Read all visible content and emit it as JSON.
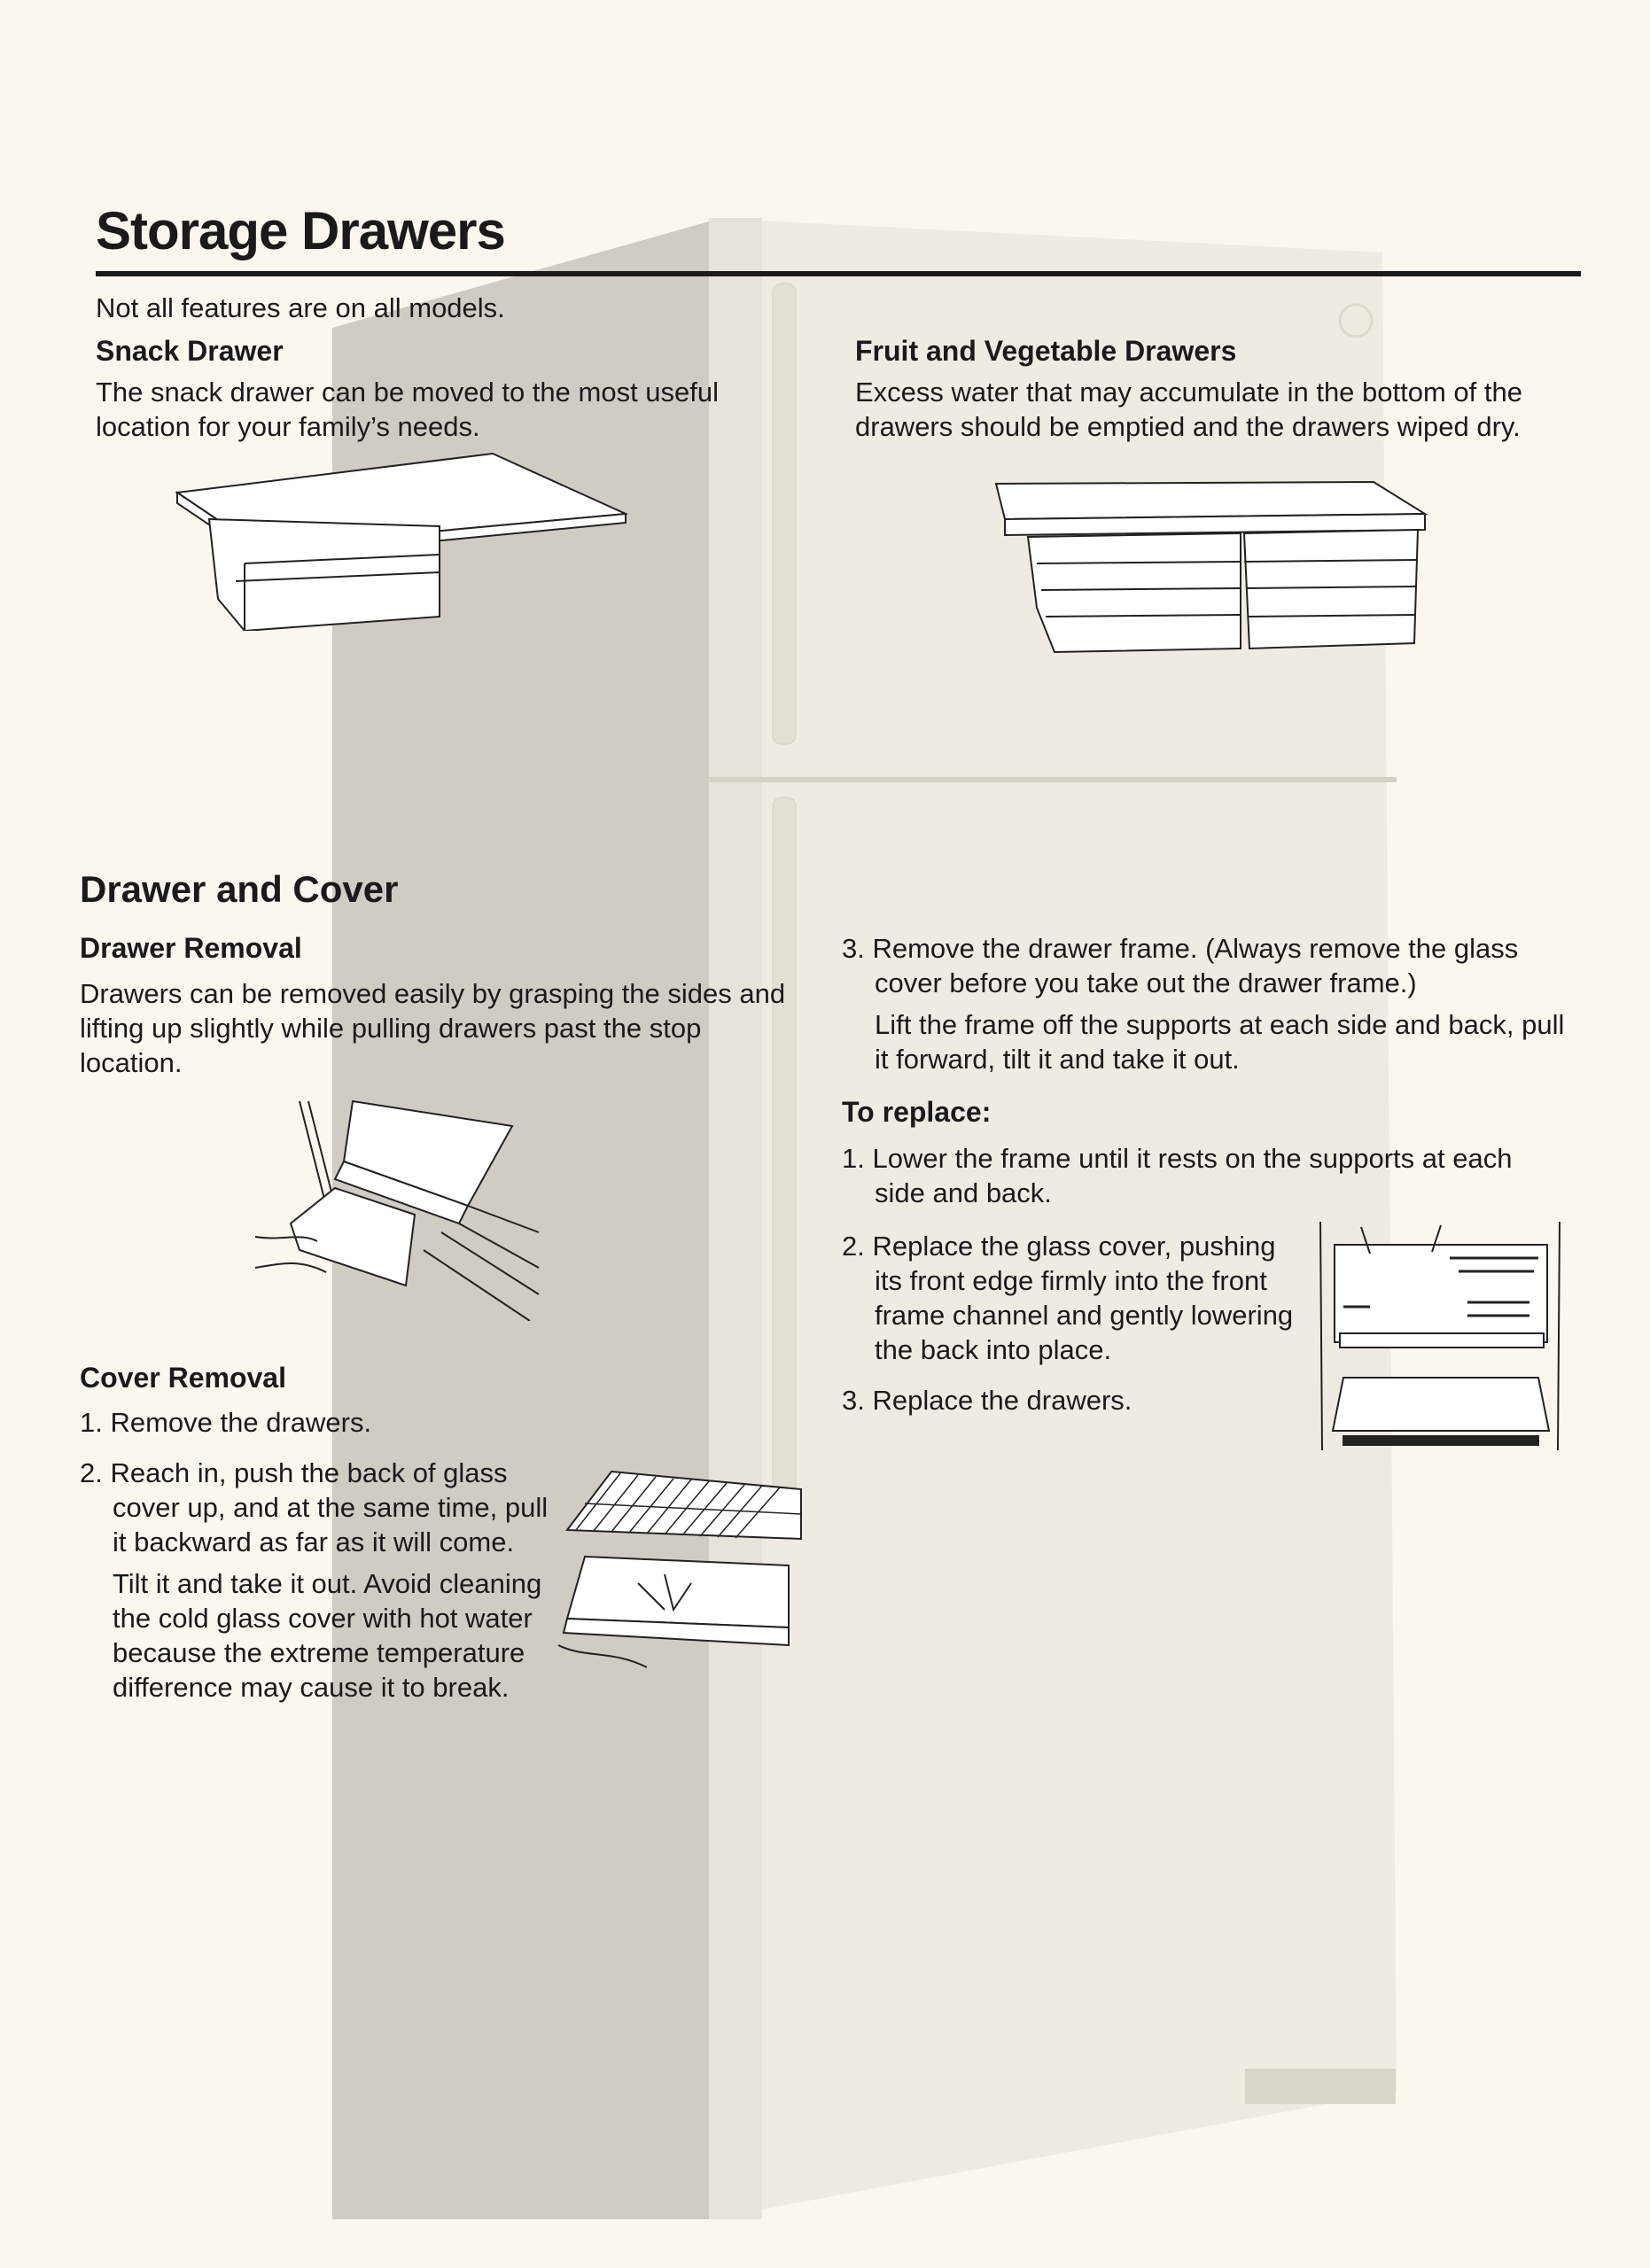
{
  "page": {
    "title": "Storage Drawers",
    "note": "Not all features are on all models."
  },
  "snack_drawer": {
    "heading": "Snack Drawer",
    "text": "The snack drawer can be moved to the most useful location for your family’s needs."
  },
  "fruit_veg": {
    "heading": "Fruit and Vegetable Drawers",
    "text": "Excess water that may accumulate in the bottom of the drawers should be emptied and the drawers wiped dry."
  },
  "drawer_cover": {
    "heading": "Drawer and Cover",
    "drawer_removal": {
      "heading": "Drawer Removal",
      "text": "Drawers can be removed easily by grasping the sides and lifting up slightly while pulling drawers past the stop location."
    },
    "cover_removal": {
      "heading": "Cover Removal",
      "steps": [
        {
          "num": "1.",
          "text": "Remove the drawers."
        },
        {
          "num": "2.",
          "text": "Reach in, push the back of glass cover up, and at the same time, pull it backward as far as it will come.",
          "extra": "Tilt it and take it out. Avoid cleaning the cold glass cover with hot water because the extreme temperature difference may cause it to break."
        },
        {
          "num": "3.",
          "text": "Remove the drawer frame. (Always remove the glass cover before you take out the drawer frame.)",
          "extra": "Lift the frame off the supports at each side and back, pull it forward, tilt it and take it out."
        }
      ]
    },
    "replace": {
      "heading": "To replace:",
      "steps": [
        {
          "num": "1.",
          "text": "Lower the frame until it rests on the supports at each side and back."
        },
        {
          "num": "2.",
          "text": "Replace the glass cover, pushing its front edge firmly into the front frame channel and gently lowering the back into place."
        },
        {
          "num": "3.",
          "text": "Replace the drawers."
        }
      ]
    }
  },
  "colors": {
    "background": "#f9f7ee",
    "fridge_side": "#cfccc3",
    "fridge_front": "#eeece2",
    "text": "#1a1a1a"
  }
}
